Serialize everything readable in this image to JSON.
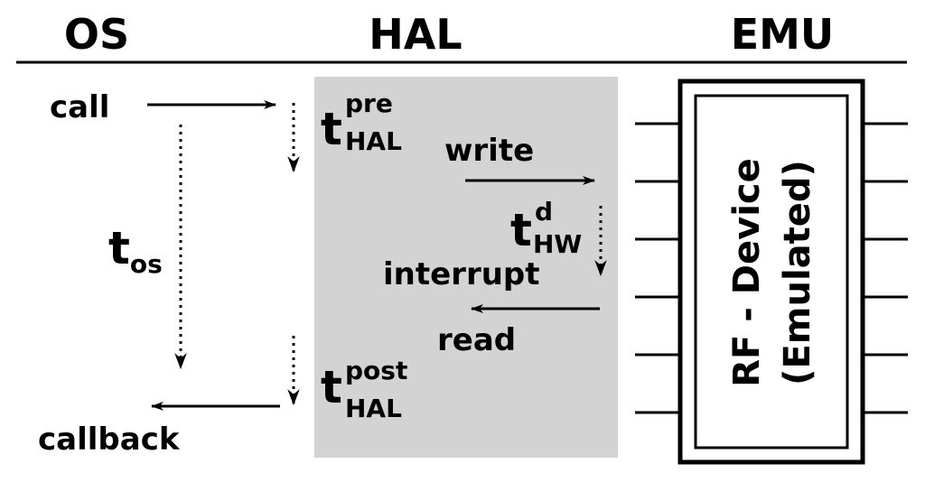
{
  "headers": {
    "os": "OS",
    "hal": "HAL",
    "emu": "EMU"
  },
  "os": {
    "call": "call",
    "callback": "callback",
    "t_os_base": "t",
    "t_os_sub": "os"
  },
  "hal": {
    "t_pre_base": "t",
    "t_pre_sup": "pre",
    "t_pre_sub": "HAL",
    "write": "write",
    "t_hw_base": "t",
    "t_hw_sup": "d",
    "t_hw_sub": "HW",
    "interrupt": "interrupt",
    "read": "read",
    "t_post_base": "t",
    "t_post_sup": "post",
    "t_post_sub": "HAL"
  },
  "device": {
    "line1": "RF - Device",
    "line2": "(Emulated)"
  },
  "colors": {
    "hal_panel": "#d3d3d3",
    "ink": "#000000",
    "background": "#ffffff"
  }
}
